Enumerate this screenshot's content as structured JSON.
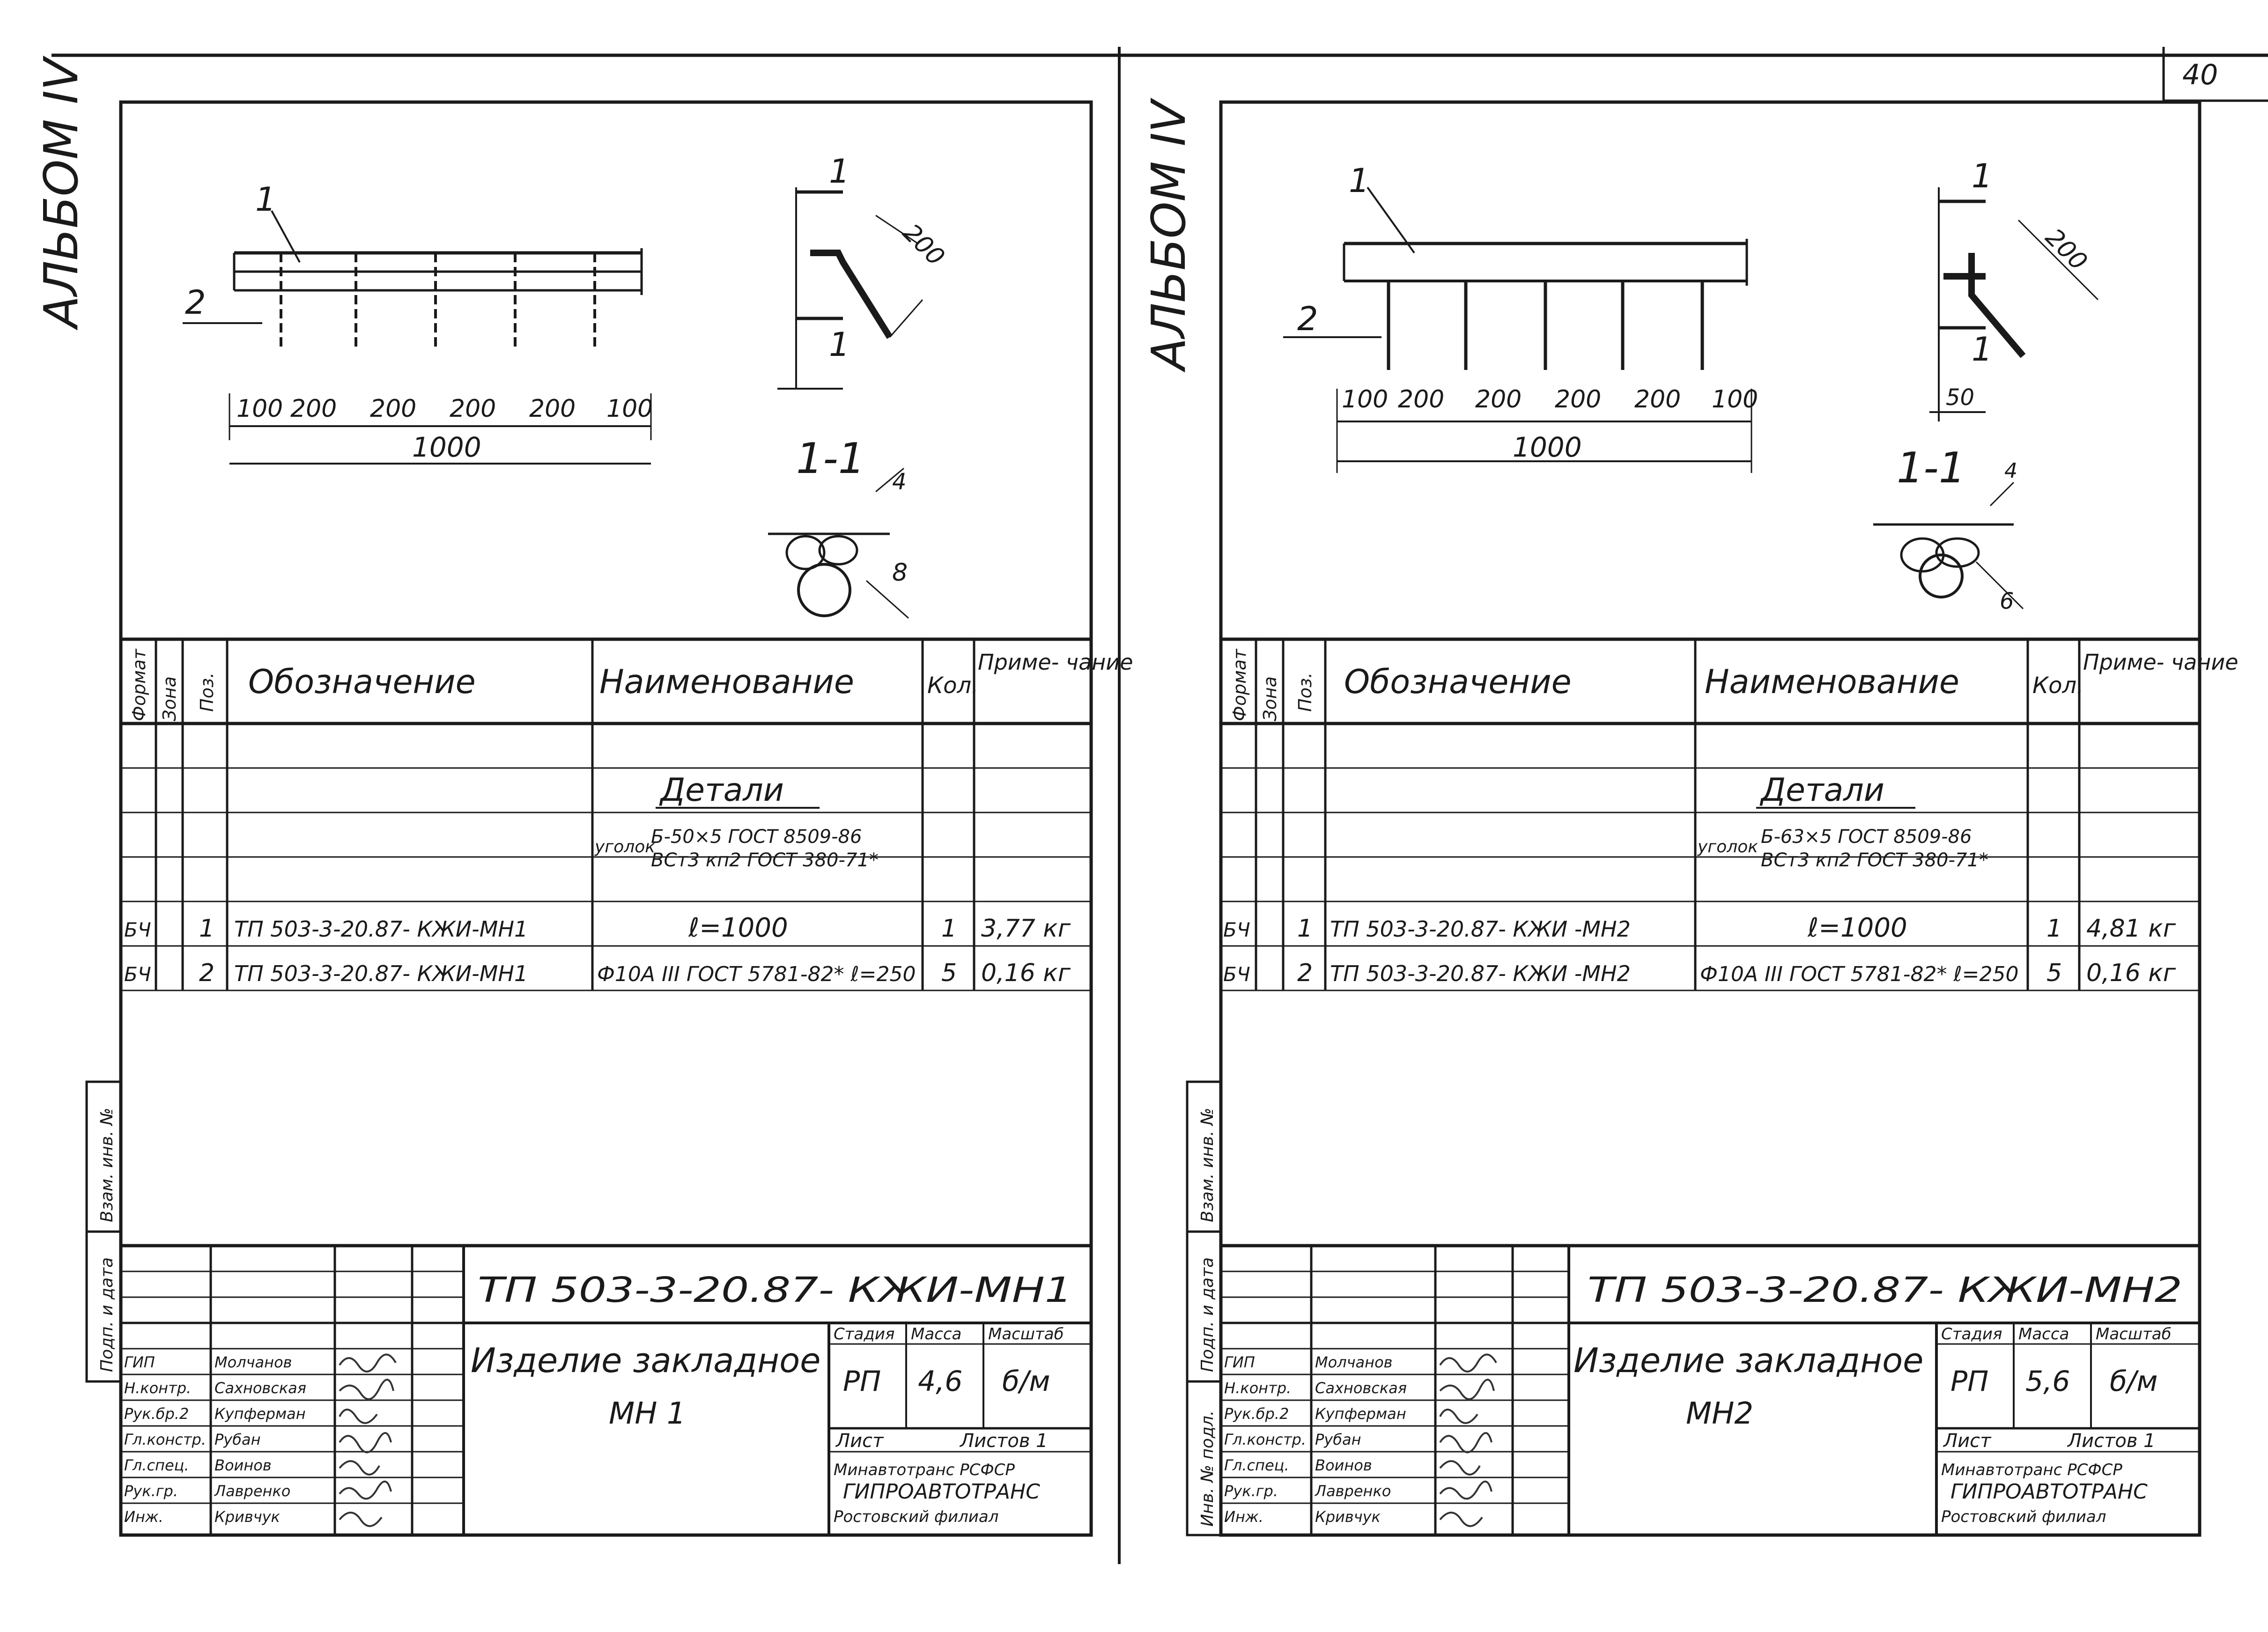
{
  "page_number": "40",
  "sheets": [
    {
      "album": "АЛЬБОМ IV",
      "drawing": {
        "leader_1": "1",
        "leader_2": "2",
        "dims": [
          "100",
          "200",
          "200",
          "200",
          "200",
          "100"
        ],
        "total_dim": "1000",
        "profile_dim": "200",
        "section_mark": "1",
        "section_title": "1-1",
        "weld_dim_1": "4",
        "weld_dim_2": "8"
      },
      "spec_table": {
        "headers": {
          "format": "Формат",
          "zone": "Зона",
          "pos": "Поз.",
          "designation": "Обозначение",
          "name": "Наименование",
          "qty": "Кол.",
          "note": "Приме- чание"
        },
        "section_title": "Детали",
        "material_prefix": "уголок",
        "material_line1": "Б-50×5 ГОСТ 8509-86",
        "material_line2": "ВСт3 кп2 ГОСТ 380-71*",
        "rows": [
          {
            "format": "БЧ",
            "pos": "1",
            "designation": "ТП 503-3-20.87- КЖИ-МН1",
            "name": "ℓ=1000",
            "qty": "1",
            "note": "3,77 кг"
          },
          {
            "format": "БЧ",
            "pos": "2",
            "designation": "ТП 503-3-20.87- КЖИ-МН1",
            "name": "Ф10А III ГОСТ 5781-82* ℓ=250",
            "qty": "5",
            "note": "0,16 кг"
          }
        ]
      },
      "side_labels": {
        "inv": "Взам. инв. №",
        "date": "Подп. и дата"
      },
      "title_block": {
        "code": "ТП 503-3-20.87- КЖИ-МН1",
        "product": "Изделие закладное",
        "mark": "МН 1",
        "stage_label": "Стадия",
        "mass_label": "Масса",
        "scale_label": "Масштаб",
        "stage": "РП",
        "mass": "4,6",
        "scale": "б/м",
        "sheet_label": "Лист",
        "sheets_label": "Листов 1",
        "org1": "Минавтотранс РСФСР",
        "org2": "ГИПРОАВТОТРАНС",
        "org3": "Ростовский филиал",
        "people": [
          {
            "role": "ГИП",
            "name": "Молчанов"
          },
          {
            "role": "Н.контр.",
            "name": "Сахновская"
          },
          {
            "role": "Рук.бр.2",
            "name": "Купферман"
          },
          {
            "role": "Гл.констр.",
            "name": "Рубан"
          },
          {
            "role": "Гл.спец.",
            "name": "Воинов"
          },
          {
            "role": "Рук.гр.",
            "name": "Лавренко"
          },
          {
            "role": "Инж.",
            "name": "Кривчук"
          }
        ]
      }
    },
    {
      "album": "АЛЬБОМ IV",
      "drawing": {
        "leader_1": "1",
        "leader_2": "2",
        "dims": [
          "100",
          "200",
          "200",
          "200",
          "200",
          "100"
        ],
        "total_dim": "1000",
        "profile_dim": "200",
        "profile_dim2": "50",
        "section_mark": "1",
        "section_title": "1-1",
        "weld_dim_1": "4",
        "weld_dim_2": "6"
      },
      "spec_table": {
        "headers": {
          "format": "Формат",
          "zone": "Зона",
          "pos": "Поз.",
          "designation": "Обозначение",
          "name": "Наименование",
          "qty": "Кол.",
          "note": "Приме- чание"
        },
        "section_title": "Детали",
        "material_prefix": "уголок",
        "material_line1": "Б-63×5 ГОСТ 8509-86",
        "material_line2": "ВСт3 кп2 ГОСТ 380-71*",
        "rows": [
          {
            "format": "БЧ",
            "pos": "1",
            "designation": "ТП 503-3-20.87- КЖИ -МН2",
            "name": "ℓ=1000",
            "qty": "1",
            "note": "4,81 кг"
          },
          {
            "format": "БЧ",
            "pos": "2",
            "designation": "ТП 503-3-20.87- КЖИ -МН2",
            "name": "Ф10А III ГОСТ 5781-82* ℓ=250",
            "qty": "5",
            "note": "0,16 кг"
          }
        ]
      },
      "side_labels": {
        "inv": "Взам. инв. №",
        "date": "Подп. и дата",
        "orig": "Инв. № подл."
      },
      "title_block": {
        "code": "ТП 503-3-20.87- КЖИ-МН2",
        "product": "Изделие закладное",
        "mark": "МН2",
        "stage_label": "Стадия",
        "mass_label": "Масса",
        "scale_label": "Масштаб",
        "stage": "РП",
        "mass": "5,6",
        "scale": "б/м",
        "sheet_label": "Лист",
        "sheets_label": "Листов 1",
        "org1": "Минавтотранс РСФСР",
        "org2": "ГИПРОАВТОТРАНС",
        "org3": "Ростовский филиал",
        "people": [
          {
            "role": "ГИП",
            "name": "Молчанов"
          },
          {
            "role": "Н.контр.",
            "name": "Сахновская"
          },
          {
            "role": "Рук.бр.2",
            "name": "Купферман"
          },
          {
            "role": "Гл.констр.",
            "name": "Рубан"
          },
          {
            "role": "Гл.спец.",
            "name": "Воинов"
          },
          {
            "role": "Рук.гр.",
            "name": "Лавренко"
          },
          {
            "role": "Инж.",
            "name": "Кривчук"
          }
        ]
      }
    }
  ]
}
